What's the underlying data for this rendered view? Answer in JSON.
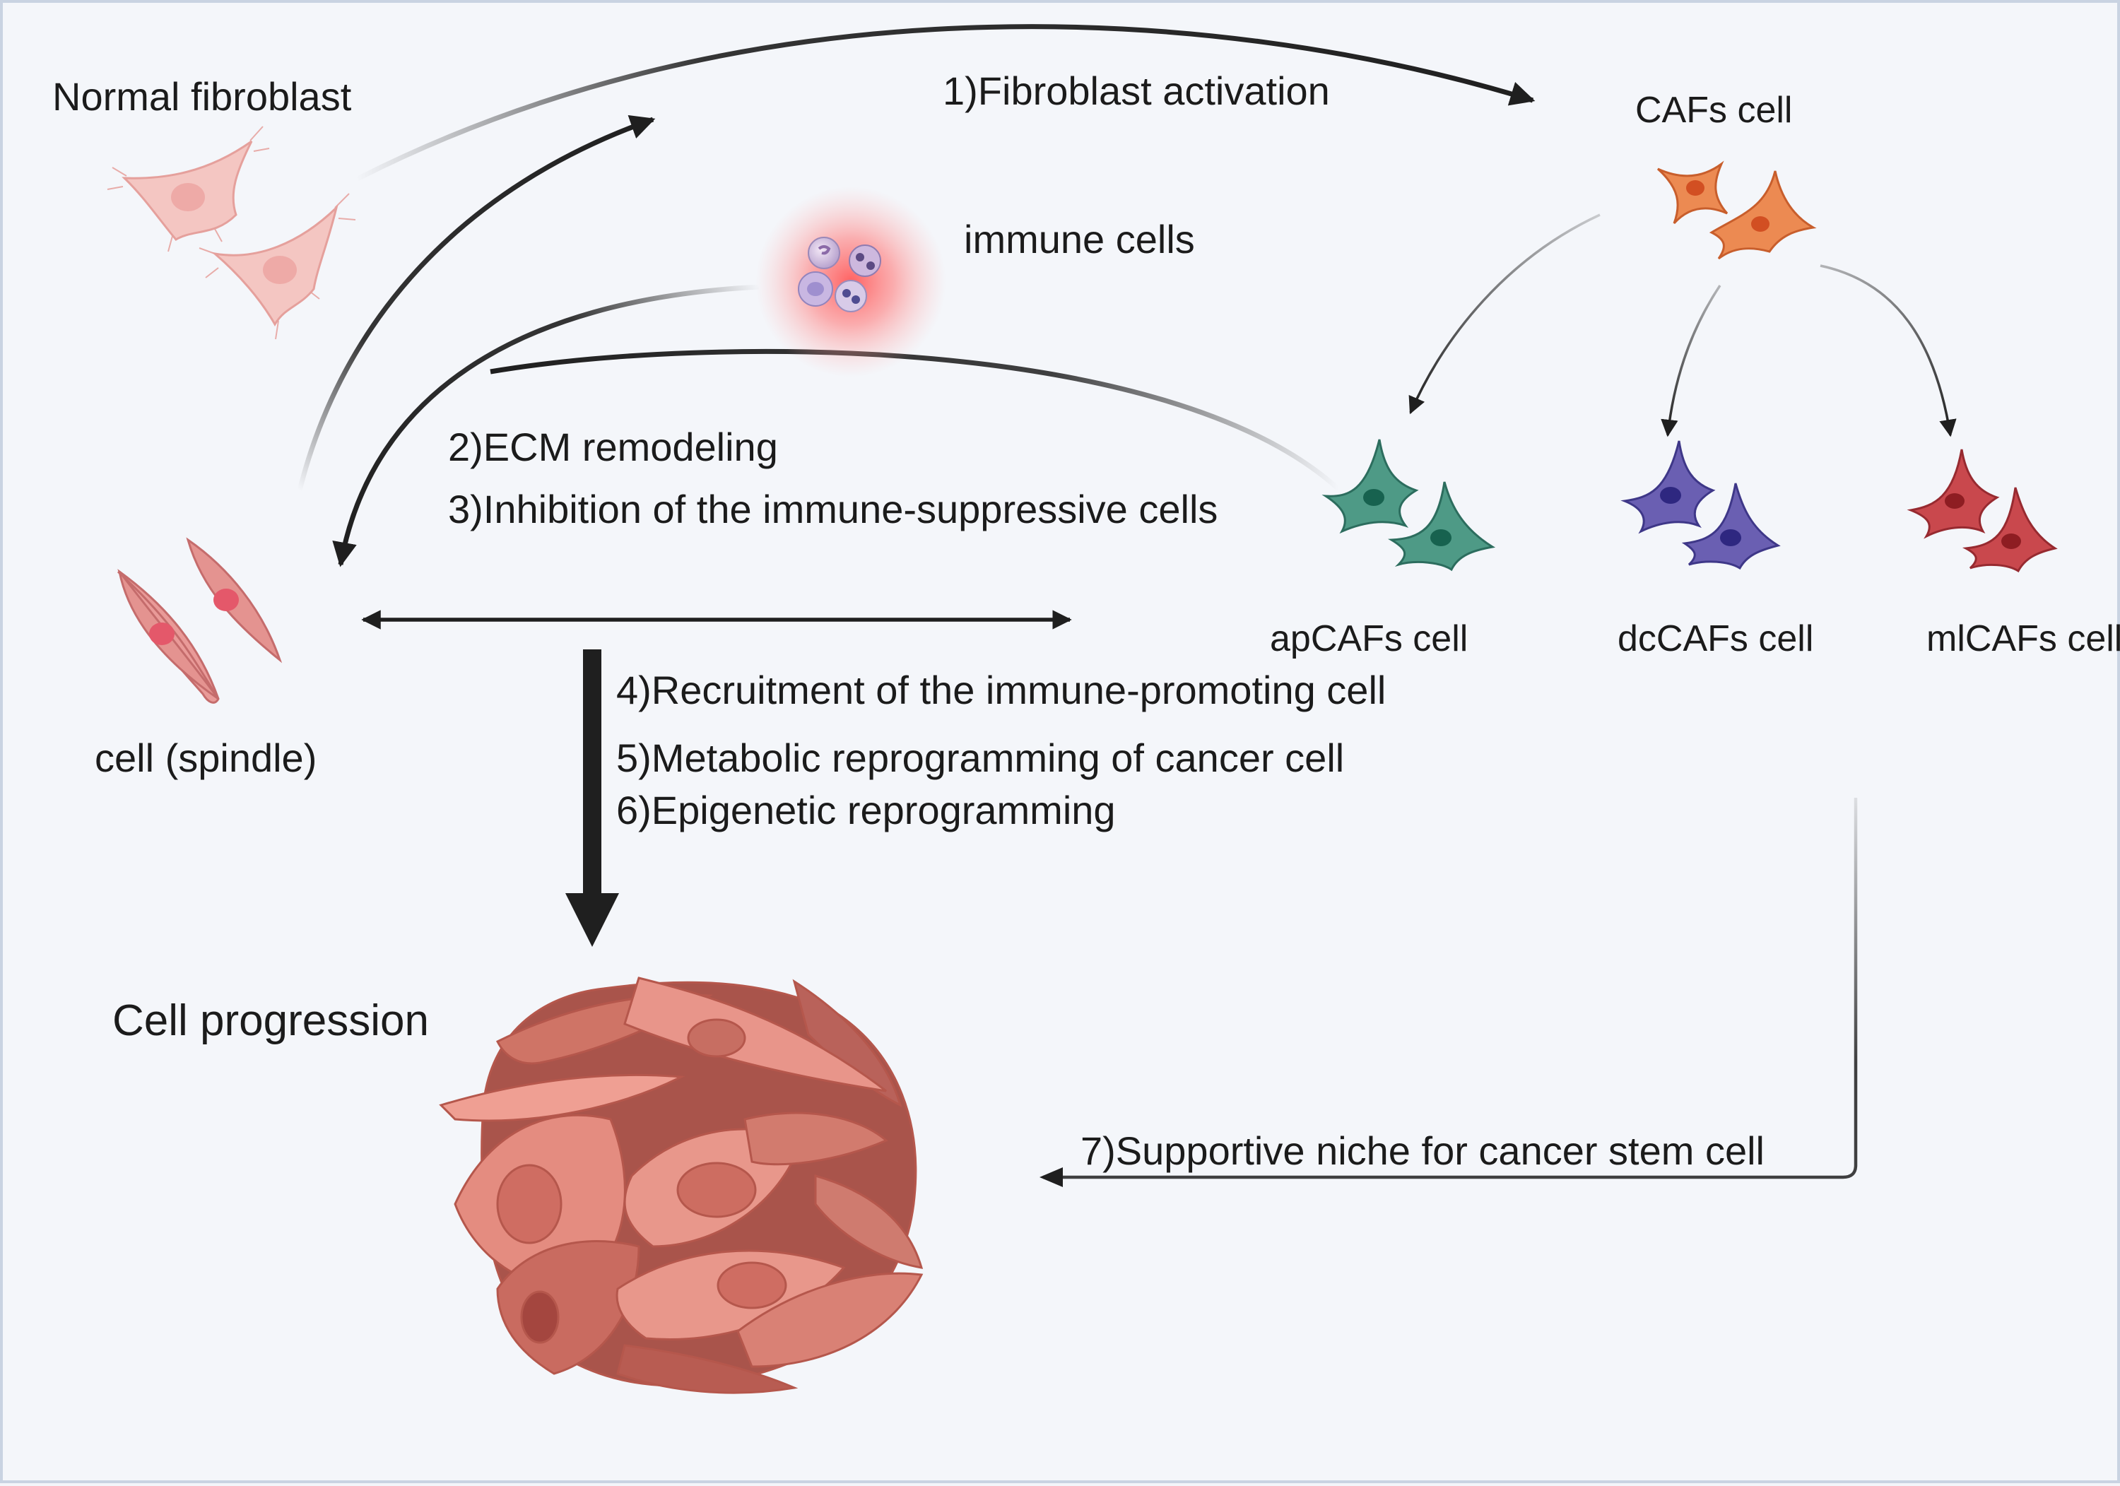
{
  "labels": {
    "normal_fibroblast": "Normal fibroblast",
    "cafs_cell": "CAFs cell",
    "immune_cells": "immune cells",
    "apcafs_cell": "apCAFs cell",
    "dccafs_cell": "dcCAFs cell",
    "mlcafs_cell": "mlCAFs cell",
    "cell_spindle": "cell (spindle)",
    "cell_progression": "Cell progression"
  },
  "steps": {
    "s1": "1)Fibroblast activation",
    "s2": "2)ECM remodeling",
    "s3": "3)Inhibition of the immune-suppressive cells",
    "s4": "4)Recruitment of the immune-promoting cell",
    "s5": "5)Metabolic reprogramming of cancer cell",
    "s6": "6)Epigenetic reprogramming",
    "s7": "7)Supportive niche for cancer stem cell"
  },
  "colors": {
    "background": "#f4f6fa",
    "normal_fibroblast": "#f2b8b4",
    "cafs": "#e8753e",
    "apcafs": "#3f8a78",
    "dccafs": "#574ea1",
    "mlcafs": "#bf3c42",
    "spindle": "#e58f8f",
    "tumor": "#d9826f",
    "immune_glow": "#ff7575",
    "arrow": "#1f1f1f"
  }
}
